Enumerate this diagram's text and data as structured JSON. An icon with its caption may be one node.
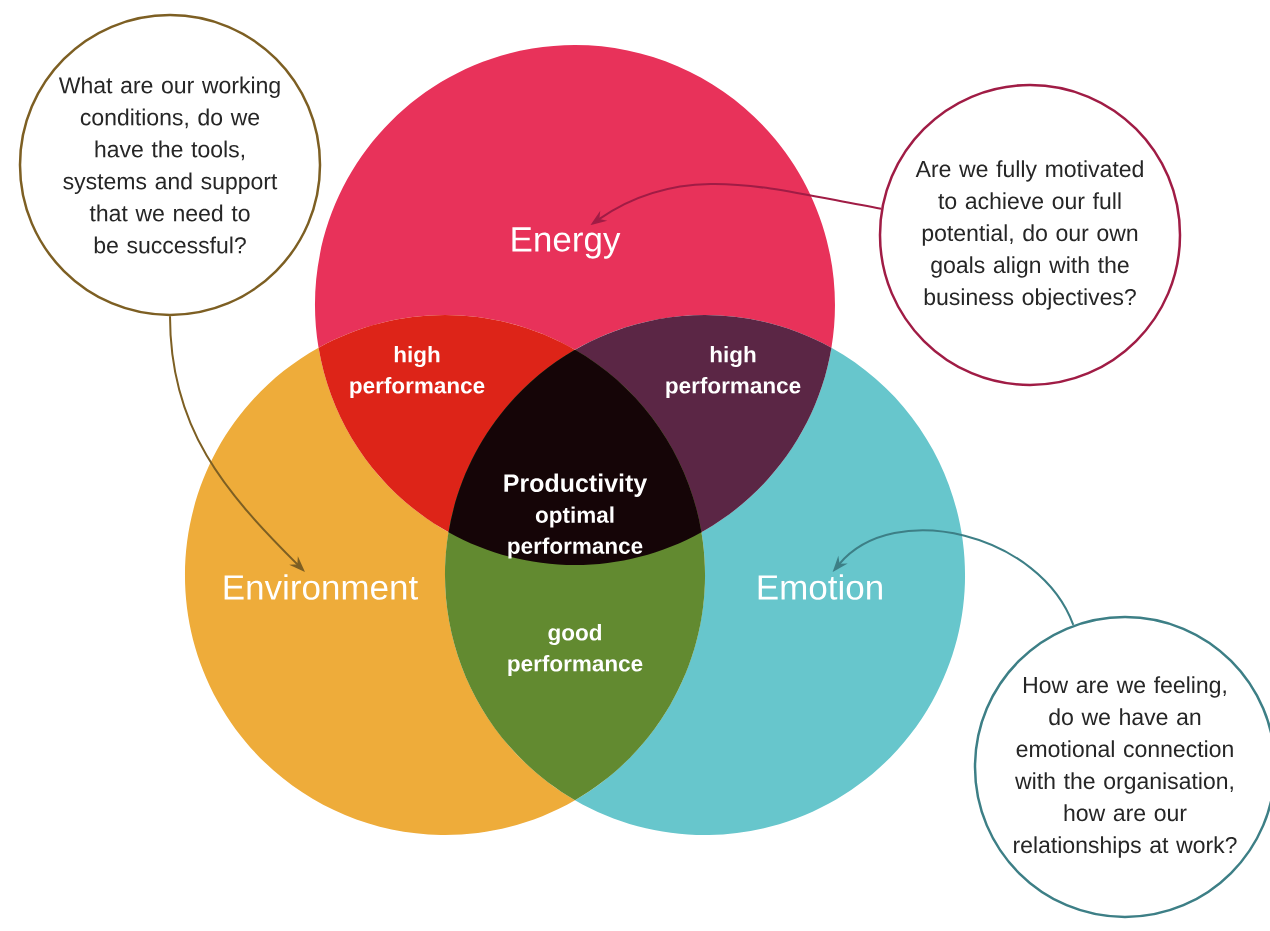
{
  "diagram": {
    "nodes": [
      {
        "text": [
          "What are our working conditions, do we have the tools, systems and support that we need to be successful?"
        ]
      },
      {
        "text": [
          "Are we fully motivated to achieve our full potential, do our own goals align with the business objectives?"
        ]
      },
      {
        "text": [
          "How are we feeling, do we have an emotional connection with the organisation, how are our relationships at work?"
        ]
      },
      {
        "text": [
          "Energy"
        ]
      },
      {
        "text": [
          "Environment"
        ]
      },
      {
        "text": [
          "Emotion"
        ]
      },
      {
        "text": [
          "high performance"
        ]
      },
      {
        "text": [
          "high performance"
        ]
      },
      {
        "text": [
          "good performance"
        ]
      },
      {
        "text": [
          "Productivity",
          "optimal performance"
        ]
      }
    ],
    "edges": [
      {
        "from": 0,
        "to": 4,
        "arrow": "to",
        "color": "#7d5f23"
      },
      {
        "from": 1,
        "to": 3,
        "arrow": "to",
        "color": "#a01c45"
      },
      {
        "from": 2,
        "to": 5,
        "arrow": "to",
        "color": "#3d7f86"
      }
    ]
  }
}
